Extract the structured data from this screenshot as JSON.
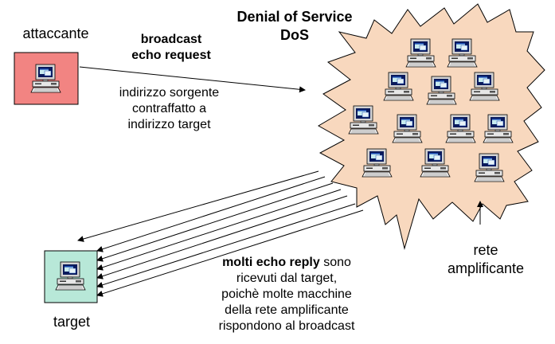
{
  "title": {
    "line1": "Denial of Service",
    "line2": "DoS"
  },
  "attacker": {
    "label": "attaccante",
    "bg_color": "#f28482"
  },
  "target": {
    "label": "target",
    "bg_color": "#b8e8d8"
  },
  "request": {
    "line1": "broadcast",
    "line2": "echo request",
    "note1": "indirizzo sorgente",
    "note2": "contraffatto a",
    "note3": "indirizzo target"
  },
  "network": {
    "label1": "rete",
    "label2": "amplificante",
    "cloud_color": "#f8d8be"
  },
  "reply": {
    "bold": "molti echo reply",
    "line1_rest": " sono",
    "line2": "ricevuti dal target,",
    "line3": "poichè molte macchine",
    "line4": "della rete amplificante",
    "line5": "rispondono al broadcast"
  }
}
